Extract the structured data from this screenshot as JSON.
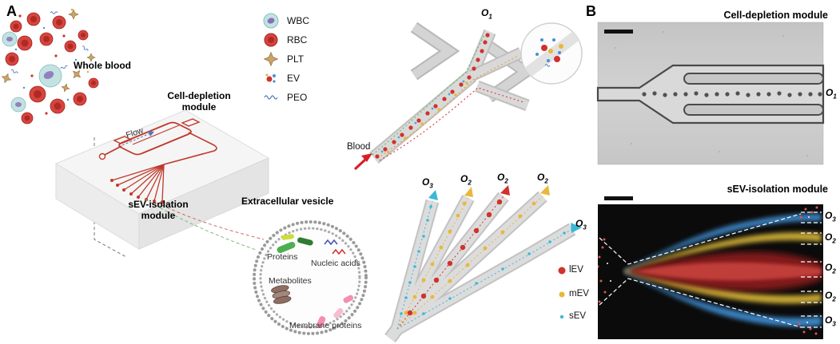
{
  "panels": {
    "a": "A",
    "b": "B"
  },
  "panel_a": {
    "whole_blood_label": "Whole blood",
    "chip": {
      "cell_depletion_label": "Cell-depletion\nmodule",
      "flow_label": "Flow",
      "sev_isolation_label": "sEV-isolation\nmodule"
    },
    "cell_legend": {
      "items": [
        {
          "label": "WBC"
        },
        {
          "label": "RBC"
        },
        {
          "label": "PLT"
        },
        {
          "label": "EV"
        },
        {
          "label": "PEO"
        }
      ]
    },
    "vesicle": {
      "title": "Extracellular vesicle",
      "proteins": "Proteins",
      "nucleic_acids": "Nucleic acids",
      "metabolites": "Metabolites",
      "membrane_proteins": "Membrane proteins"
    },
    "depletion_schematic": {
      "blood_label": "Blood",
      "outlet": {
        "base": "O",
        "sub": "1"
      }
    },
    "isolation_schematic": {
      "outlets": [
        {
          "base": "O",
          "sub": "3"
        },
        {
          "base": "O",
          "sub": "2"
        },
        {
          "base": "O",
          "sub": "2"
        },
        {
          "base": "O",
          "sub": "2"
        },
        {
          "base": "O",
          "sub": "3"
        }
      ],
      "ev_legend": [
        {
          "label": "lEV",
          "color": "#d0322d"
        },
        {
          "label": "mEV",
          "color": "#e8b83a"
        },
        {
          "label": "sEV",
          "color": "#3bb8d8"
        }
      ]
    }
  },
  "panel_b": {
    "top_micrograph": {
      "title": "Cell-depletion module",
      "outlet": {
        "base": "O",
        "sub": "1"
      }
    },
    "bottom_micrograph": {
      "title": "sEV-isolation module",
      "outlets": [
        {
          "base": "O",
          "sub": "3"
        },
        {
          "base": "O",
          "sub": "2"
        },
        {
          "base": "O",
          "sub": "2"
        },
        {
          "base": "O",
          "sub": "2"
        },
        {
          "base": "O",
          "sub": "3"
        }
      ]
    }
  }
}
